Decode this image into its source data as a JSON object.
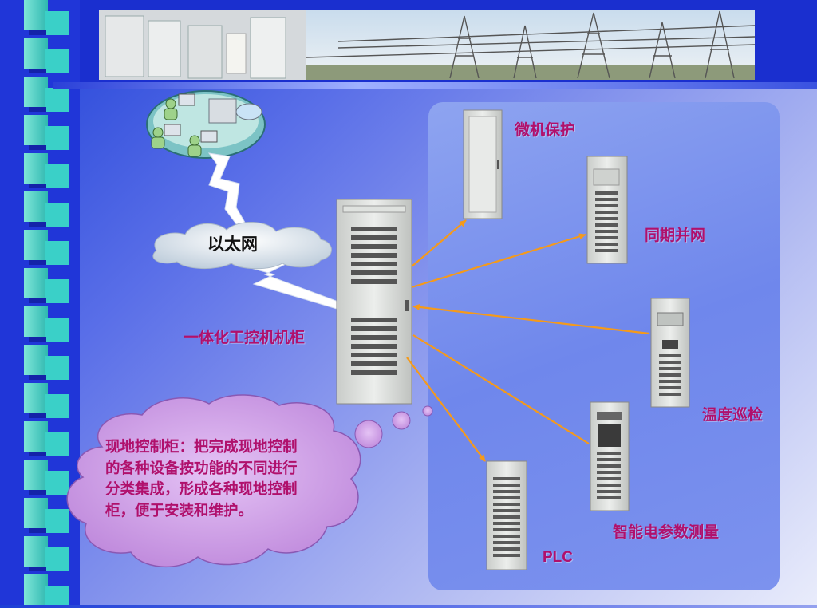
{
  "network": {
    "ethernet": "以太网"
  },
  "main_cabinet": {
    "label": "一体化工控机机柜"
  },
  "devices": [
    {
      "label": "微机保护"
    },
    {
      "label": "同期并网"
    },
    {
      "label": "温度巡检"
    },
    {
      "label": "智能电参数测量"
    },
    {
      "label": "PLC"
    }
  ],
  "description": "现地控制柜：把完成现地控制的各种设备按功能的不同进行分类集成，形成各种现地控制柜，便于安装和维护。",
  "colors": {
    "label_text": "#b0106c",
    "connector": "#f59a1a",
    "background": "#2036d8",
    "callout_cloud": "#cf9ee6"
  }
}
